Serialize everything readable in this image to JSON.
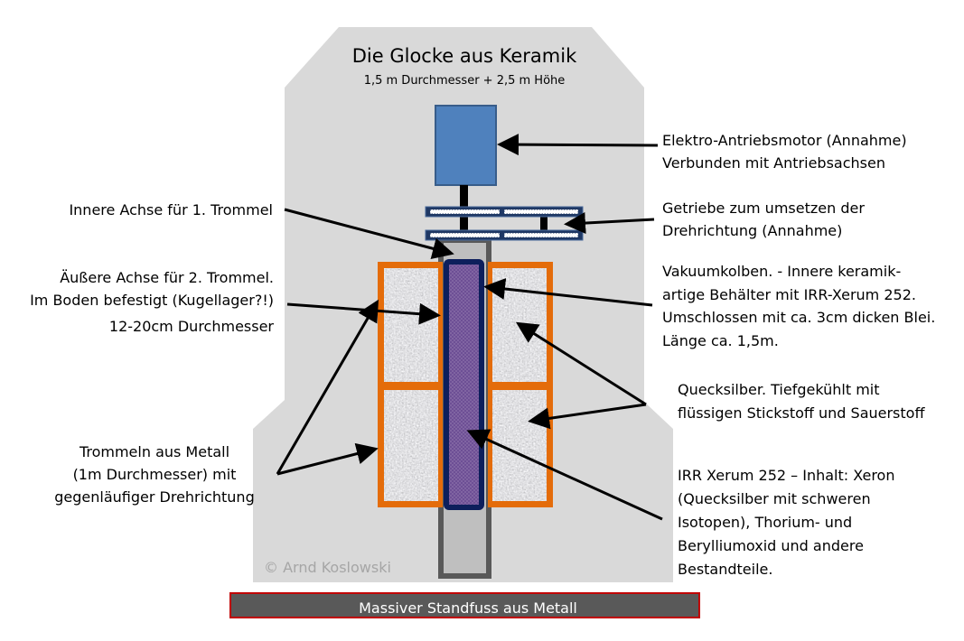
{
  "title": "Die Glocke aus Keramik",
  "subtitle": "1,5  m Durchmesser  + 2,5  m Höhe",
  "copyright": "© Arnd Koslowski",
  "base_label": "Massiver  Standfuss  aus Metall",
  "labels": {
    "motor": [
      "Elektro-Antriebsmotor  (Annahme)",
      "Verbunden  mit Antriebsachsen"
    ],
    "inner_axis": [
      "Innere Achse für 1. Trommel"
    ],
    "gear": [
      "Getriebe  zum umsetzen der",
      "Drehrichtung  (Annahme)"
    ],
    "outer_axis": [
      "Äußere Achse für 2. Trommel.",
      "Im Boden befestigt (Kugellager?!)",
      "12-20cm Durchmesser"
    ],
    "vacuum": [
      "Vakuumkolben. -  Innere keramik-",
      "artige Behälter mit IRR-Xerum  252.",
      "Umschlossen  mit ca. 3cm dicken Blei.",
      "Länge ca. 1,5m."
    ],
    "mercury": [
      "Quecksilber. Tiefgekühlt mit",
      "flüssigen  Stickstoff und Sauerstoff"
    ],
    "drums": [
      "Trommeln aus Metall",
      "(1m Durchmesser)  mit",
      "gegenläufiger Drehrichtung"
    ],
    "xerum": [
      "IRR Xerum 252 – Inhalt: Xeron",
      "(Quecksilber mit schweren",
      "Isotopen), Thorium-  und",
      "Berylliumoxid und andere",
      "Bestandteile."
    ]
  },
  "colors": {
    "bell": "#d9d9d9",
    "motor": "#4f81bd",
    "drum_frame": "#e46c0a",
    "vacuum_fill": "#7f5fa6",
    "vacuum_border": "#0d1f5c",
    "base": "#595959",
    "base_border": "#c00000"
  }
}
